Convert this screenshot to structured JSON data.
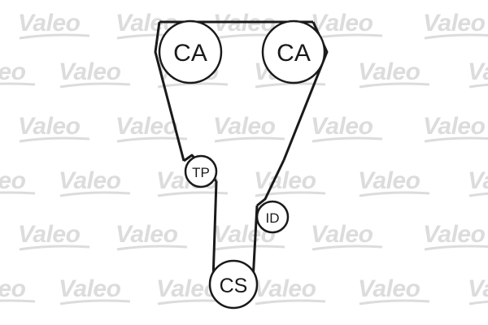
{
  "watermark": {
    "text": "Valeo",
    "color": "#dcdcdc"
  },
  "diagram": {
    "stroke_color": "#1a1a1a",
    "pulleys": [
      {
        "id": "ca-left",
        "label": "CA"
      },
      {
        "id": "ca-right",
        "label": "CA"
      },
      {
        "id": "tp",
        "label": "TP"
      },
      {
        "id": "id",
        "label": "ID"
      },
      {
        "id": "cs",
        "label": "CS"
      }
    ]
  }
}
